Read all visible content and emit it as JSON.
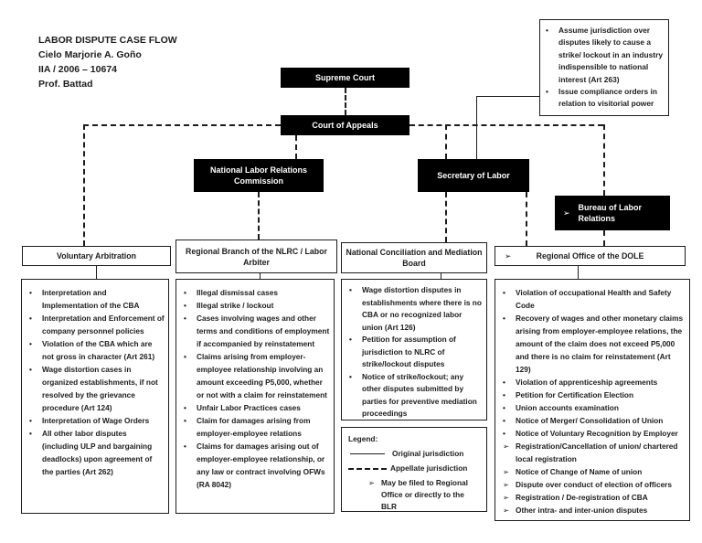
{
  "glyphs": {
    "bullet": "•",
    "arrow": "➢"
  },
  "colors": {
    "node_bg": "#000000",
    "node_text": "#ffffff",
    "ink": "#1c1c1c"
  },
  "title_block": {
    "lines": [
      "LABOR DISPUTE CASE FLOW",
      "Cielo Marjorie A. Goño",
      "IIA / 2006 – 10674",
      "Prof. Battad"
    ]
  },
  "note_box": {
    "items": [
      {
        "marker": "bullet",
        "text": "Assume jurisdiction over disputes likely to cause a strike/ lockout in an industry indispensible to national interest (Art 263)"
      },
      {
        "marker": "bullet",
        "text": "Issue compliance orders in relation to visitorial power"
      }
    ]
  },
  "nodes": {
    "supreme_court": {
      "label": "Supreme Court"
    },
    "court_of_appeals": {
      "label": "Court of Appeals"
    },
    "nlrc": {
      "label": "National Labor Relations Commission"
    },
    "secretary_of_labor": {
      "label": "Secretary of Labor"
    },
    "blr": {
      "label": "Bureau of Labor Relations"
    }
  },
  "columns": [
    {
      "header": "Voluntary Arbitration",
      "items": [
        {
          "marker": "bullet",
          "text": "Interpretation and Implementation of the CBA"
        },
        {
          "marker": "bullet",
          "text": "Interpretation and Enforcement of company personnel policies"
        },
        {
          "marker": "bullet",
          "text": "Violation of the CBA which are not gross in character (Art 261)"
        },
        {
          "marker": "bullet",
          "text": "Wage distortion cases in organized establishments, if not resolved by the grievance procedure (Art 124)"
        },
        {
          "marker": "bullet",
          "text": "Interpretation of Wage Orders"
        },
        {
          "marker": "bullet",
          "text": "All other labor disputes (including ULP and bargaining deadlocks) upon agreement of the parties (Art 262)"
        }
      ]
    },
    {
      "header": "Regional Branch of the NLRC / Labor Arbiter",
      "items": [
        {
          "marker": "bullet",
          "text": "Illegal dismissal cases"
        },
        {
          "marker": "bullet",
          "text": "Illegal strike / lockout"
        },
        {
          "marker": "bullet",
          "text": "Cases involving wages and other terms and conditions of employment if accompanied by reinstatement"
        },
        {
          "marker": "bullet",
          "text": "Claims arising from employer-employee relationship involving an amount exceeding P5,000, whether or not with a claim for reinstatement"
        },
        {
          "marker": "bullet",
          "text": "Unfair Labor Practices cases"
        },
        {
          "marker": "bullet",
          "text": "Claim for damages arising from employer-employee relations"
        },
        {
          "marker": "bullet",
          "text": "Claims for damages arising out of employer-employee relationship, or any law or contract involving OFWs (RA 8042)"
        }
      ]
    },
    {
      "header": "National Conciliation and Mediation Board",
      "items": [
        {
          "marker": "bullet",
          "text": "Wage distortion disputes in establishments where there is no CBA or no recognized labor union (Art 126)"
        },
        {
          "marker": "bullet",
          "text": "Petition for assumption of jurisdiction to NLRC of strike/lockout disputes"
        },
        {
          "marker": "bullet",
          "text": "Notice of strike/lockout; any other disputes submitted by parties for preventive mediation proceedings"
        }
      ]
    },
    {
      "header": "Regional Office of the DOLE",
      "items": [
        {
          "marker": "bullet",
          "text": "Violation of occupational Health and Safety Code"
        },
        {
          "marker": "bullet",
          "text": "Recovery of wages and other monetary claims arising from employer-employee relations, the amount of the claim does not exceed P5,000 and there is no claim for reinstatement (Art 129)"
        },
        {
          "marker": "bullet",
          "text": "Violation of apprenticeship agreements"
        },
        {
          "marker": "bullet",
          "text": "Petition for Certification Election"
        },
        {
          "marker": "bullet",
          "text": "Union accounts examination"
        },
        {
          "marker": "bullet",
          "text": "Notice of Merger/ Consolidation of Union"
        },
        {
          "marker": "bullet",
          "text": "Notice of Voluntary Recognition by Employer"
        },
        {
          "marker": "arrow",
          "text": "Registration/Cancellation of union/ chartered local registration"
        },
        {
          "marker": "arrow",
          "text": "Notice of Change of Name of union"
        },
        {
          "marker": "arrow",
          "text": "Dispute over conduct of election of officers"
        },
        {
          "marker": "arrow",
          "text": "Registration / De-registration of CBA"
        },
        {
          "marker": "arrow",
          "text": "Other intra- and inter-union disputes"
        }
      ]
    }
  ],
  "legend": {
    "title": "Legend:",
    "solid_label": "Original jurisdiction",
    "dashed_label": "Appellate jurisdiction",
    "arrow_label": "May be filed to Regional Office or directly to the BLR"
  }
}
